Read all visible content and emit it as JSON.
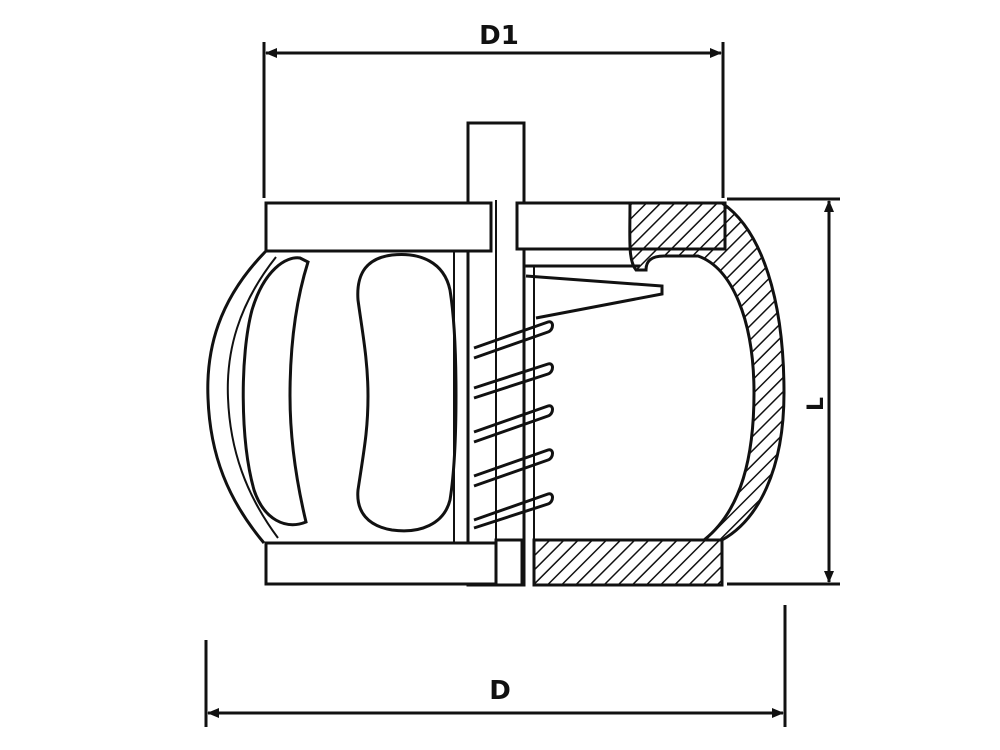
{
  "diagram": {
    "labels": {
      "top_dimension": "D1",
      "bottom_dimension": "D",
      "height_dimension": "L"
    },
    "colors": {
      "line": "#111111",
      "background": "#ffffff"
    }
  }
}
